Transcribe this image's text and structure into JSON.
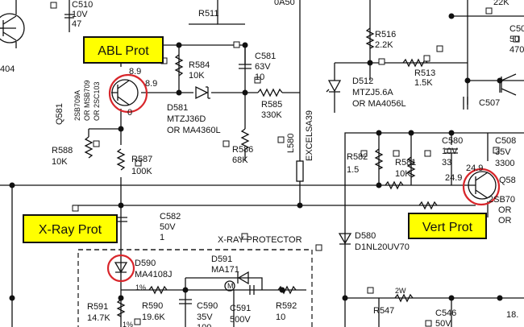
{
  "callouts": {
    "abl": "ABL Prot",
    "xray": "X-Ray Prot",
    "vert": "Vert Prot"
  },
  "labels": {
    "c510_ref": "C510",
    "c510_v": "10V",
    "c510_val": "47",
    "r511": "R511",
    "q404": "404",
    "r516_ref": "R516",
    "r516_val": "2.2K",
    "r22k": "22K",
    "c50_a": "C50",
    "c50_b": "50",
    "c50_c": "470",
    "c581_ref": "C581",
    "c581_v": "63V",
    "c581_val": "10",
    "r584_ref": "R584",
    "r584_val": "10K",
    "v89a": "8.9",
    "v89b": "8.9",
    "v0": "0",
    "q581_ref": "Q581",
    "q581_p1": "2SB709A",
    "q581_p2": "OR MSB709",
    "q581_p3": "OR 2SC103",
    "d581_ref": "D581",
    "d581_p1": "MTZJ36D",
    "d581_p2": "OR MA4360L",
    "r585_ref": "R585",
    "r585_val": "330K",
    "excel": "EXCELSA39",
    "d512_ref": "D512",
    "d512_p1": "MTZJ5.6A",
    "d512_p2": "OR MA4056L",
    "r513_ref": "R513",
    "r513_val": "1.5K",
    "c507": "C507",
    "r588_ref": "R588",
    "r588_val": "10K",
    "r587_ref": "R587",
    "r587_val": "100K",
    "r586_ref": "R586",
    "r586_val": "68K",
    "l580": "L580",
    "r582_ref": "R582",
    "r582_val": "1.5",
    "r581_ref": "R581",
    "r581_val": "10K",
    "c580_ref": "C580",
    "c580_v": "10V",
    "c580_val": "33",
    "c508_ref": "C508",
    "c508_v": "35V",
    "c508_val": "3300",
    "v249a": "24.9",
    "v249b": "24.9",
    "q58_ref": "Q58",
    "q58_p1": "2SB70",
    "q58_p2": "OR",
    "q58_p3": "OR",
    "c582_ref": "C582",
    "c582_v": "50V",
    "c582_val": "1",
    "xprot": "X-RAY PROTECTOR",
    "d590_ref": "D590",
    "d590_p1": "MA4108J",
    "d591_ref": "D591",
    "d591_p1": "MA171",
    "d580_ref": "D580",
    "d580_p1": "D1NL20UV70",
    "r591_ref": "R591",
    "r591_val": "14.7K",
    "r590_ref": "R590",
    "r590_val": "19.6K",
    "c590_ref": "C590",
    "c590_v": "35V",
    "c590_val": "100",
    "c591_ref": "C591",
    "c591_v": "500V",
    "r592_ref": "R592",
    "r592_val": "10",
    "r547": "R547",
    "r547_w": "2W",
    "c546_ref": "C546",
    "c546_v": "50V",
    "one_k_a": "1%",
    "one_k_b": "1%",
    "v18": "18.",
    "va0": "0A50"
  }
}
